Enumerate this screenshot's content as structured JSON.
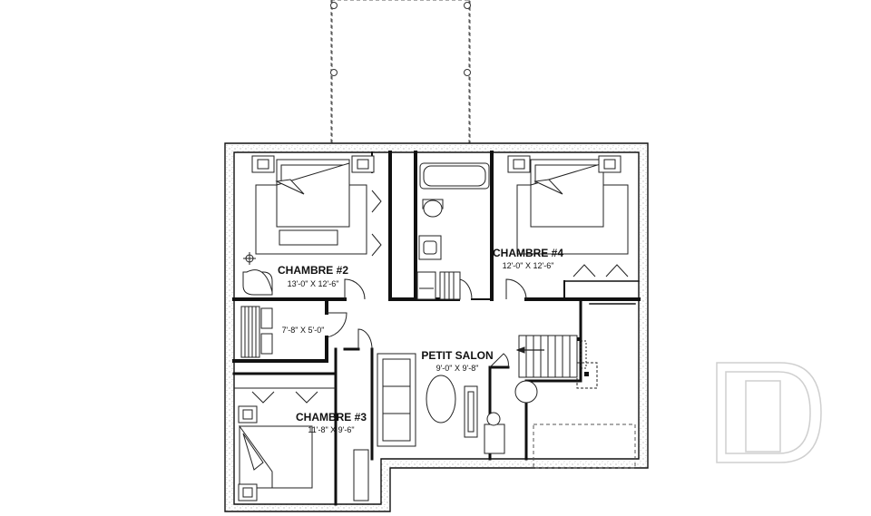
{
  "rooms": {
    "chambre2": {
      "name": "CHAMBRE #2",
      "dims": "13'-0\" X 12'-6\""
    },
    "chambre4": {
      "name": "CHAMBRE #4",
      "dims": "12'-0\" X 12'-6\""
    },
    "chambre3": {
      "name": "CHAMBRE #3",
      "dims": "11'-8\" X 9'-6\""
    },
    "petit_salon": {
      "name": "PETIT SALON",
      "dims": "9'-0\" X 9'-8\""
    }
  },
  "closet": {
    "dims": "7'-8\" X 5'-0\""
  },
  "colors": {
    "wall": "#111111",
    "line": "#333333",
    "watermark": "#cfcfcf"
  },
  "icons": {
    "watermark": "d-logo-watermark"
  }
}
